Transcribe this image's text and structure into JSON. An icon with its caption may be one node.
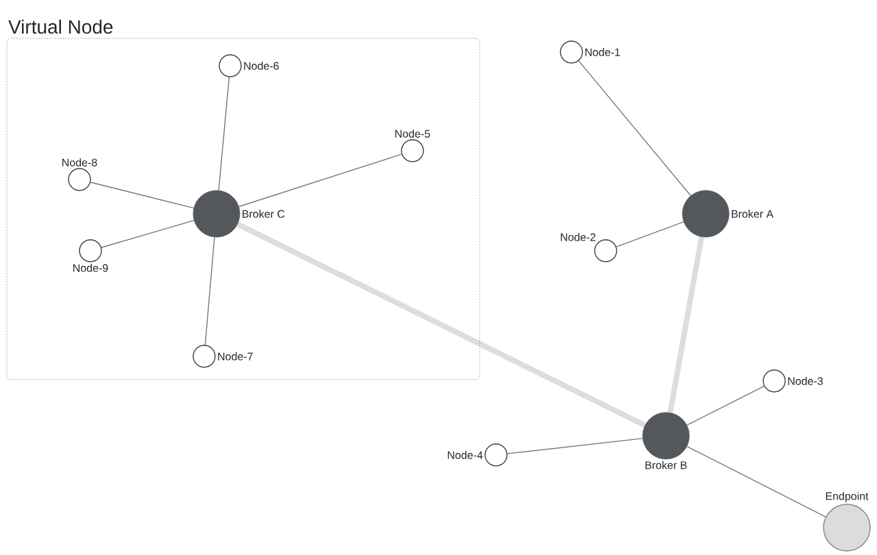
{
  "diagram": {
    "nodes": [
      {
        "text": [
          "Virtual Node"
        ]
      },
      {
        "text": [
          "Broker C"
        ],
        "in": 0
      },
      {
        "text": [
          "Node-6"
        ],
        "in": 0
      },
      {
        "text": [
          "Node-5"
        ],
        "in": 0
      },
      {
        "text": [
          "Node-8"
        ],
        "in": 0
      },
      {
        "text": [
          "Node-9"
        ],
        "in": 0
      },
      {
        "text": [
          "Node-7"
        ],
        "in": 0
      },
      {
        "text": [
          "Node-1"
        ]
      },
      {
        "text": [
          "Broker A"
        ]
      },
      {
        "text": [
          "Node-2"
        ]
      },
      {
        "text": [
          "Broker B"
        ]
      },
      {
        "text": [
          "Node-3"
        ]
      },
      {
        "text": [
          "Node-4"
        ]
      },
      {
        "text": [
          "Endpoint"
        ]
      }
    ],
    "edges": [
      {
        "from": 1,
        "to": 2,
        "arrow": "none"
      },
      {
        "from": 1,
        "to": 3,
        "arrow": "none"
      },
      {
        "from": 1,
        "to": 4,
        "arrow": "none"
      },
      {
        "from": 1,
        "to": 5,
        "arrow": "none"
      },
      {
        "from": 1,
        "to": 6,
        "arrow": "none"
      },
      {
        "from": 8,
        "to": 7,
        "arrow": "none"
      },
      {
        "from": 8,
        "to": 9,
        "arrow": "none"
      },
      {
        "from": 8,
        "to": 10,
        "arrow": "none",
        "style": "thick",
        "color": "#dddddd"
      },
      {
        "from": 1,
        "to": 10,
        "arrow": "none",
        "style": "thick",
        "color": "#dddddd"
      },
      {
        "from": 10,
        "to": 11,
        "arrow": "none"
      },
      {
        "from": 10,
        "to": 12,
        "arrow": "none"
      },
      {
        "from": 10,
        "to": 13,
        "arrow": "none"
      }
    ]
  }
}
